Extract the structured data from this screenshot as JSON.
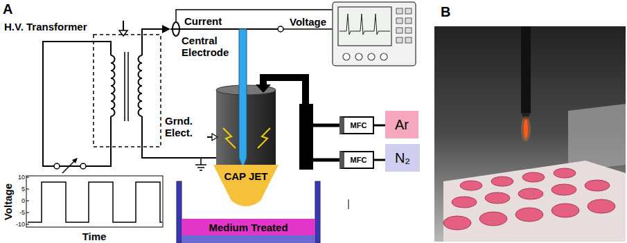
{
  "diagram": {
    "nodes": [
      {
        "text": [
          "MFC"
        ]
      },
      {
        "text": [
          "Ar"
        ]
      },
      {
        "text": [
          "MFC"
        ]
      },
      {
        "text": [
          "N₂"
        ]
      },
      {
        "text": [
          "CAP JET"
        ]
      },
      {
        "text": [
          "Medium Treated"
        ]
      }
    ],
    "edges": [
      {
        "from": 0,
        "to": 1,
        "arrow": "none"
      },
      {
        "from": 2,
        "to": 3,
        "arrow": "none"
      }
    ],
    "labels": [
      "A",
      "H.V. Transformer",
      "Current",
      "Central Electrode",
      "Voltage",
      "Grnd. Elect.",
      "10",
      "5",
      "0",
      "-5",
      "-10",
      "Voltage",
      "Time",
      "B"
    ]
  }
}
